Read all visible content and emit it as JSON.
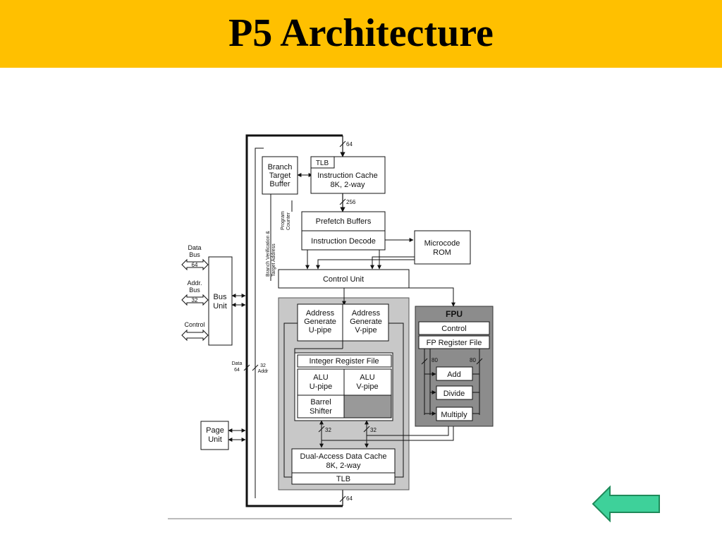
{
  "slide": {
    "title": "P5 Architecture"
  },
  "diagram": {
    "blocks": {
      "btb": [
        "Branch",
        "Target",
        "Buffer"
      ],
      "icache_tlb": "TLB",
      "icache": [
        "Instruction Cache",
        "8K, 2-way"
      ],
      "prefetch": "Prefetch Buffers",
      "decode": "Instruction Decode",
      "microcode": [
        "Microcode",
        "ROM"
      ],
      "control_unit": "Control Unit",
      "bus_unit": [
        "Bus",
        "Unit"
      ],
      "agu_u": [
        "Address",
        "Generate",
        "U-pipe"
      ],
      "agu_v": [
        "Address",
        "Generate",
        "V-pipe"
      ],
      "int_reg_file": "Integer Register File",
      "alu_u": [
        "ALU",
        "U-pipe"
      ],
      "alu_v": [
        "ALU",
        "V-pipe"
      ],
      "barrel": [
        "Barrel",
        "Shifter"
      ],
      "page_unit": [
        "Page",
        "Unit"
      ],
      "dcache": [
        "Dual-Access Data Cache",
        "8K, 2-way"
      ],
      "dcache_tlb": "TLB",
      "fpu_title": "FPU",
      "fpu_control": "Control",
      "fpu_regfile": "FP Register File",
      "fpu_add": "Add",
      "fpu_divide": "Divide",
      "fpu_multiply": "Multiply"
    },
    "labels": {
      "data_bus": [
        "Data",
        "Bus"
      ],
      "data_bus_width": "64",
      "addr_bus": [
        "Addr.",
        "Bus"
      ],
      "addr_bus_width": "32",
      "control": "Control",
      "top_width": "64",
      "bottom_width": "64",
      "width_256": "256",
      "program_counter": [
        "Program",
        "Counter"
      ],
      "branch_verify": [
        "Branch Verification &",
        "Target Address"
      ],
      "data64": [
        "Data",
        "64"
      ],
      "addr32": [
        "32",
        "Addr"
      ],
      "w32_left": "32",
      "w32_right": "32",
      "fp80_left": "80",
      "fp80_right": "80"
    },
    "colors": {
      "int_core_bg": "#c8c8c8",
      "fpu_bg": "#8c8c8c",
      "fpu_title_bg": "#8c8c8c",
      "barrel_fill": "#999999"
    }
  },
  "navigation": {
    "back_icon": "left-arrow-icon",
    "colors": {
      "fill": "#3ed19a",
      "stroke": "#1f8a5a"
    }
  }
}
